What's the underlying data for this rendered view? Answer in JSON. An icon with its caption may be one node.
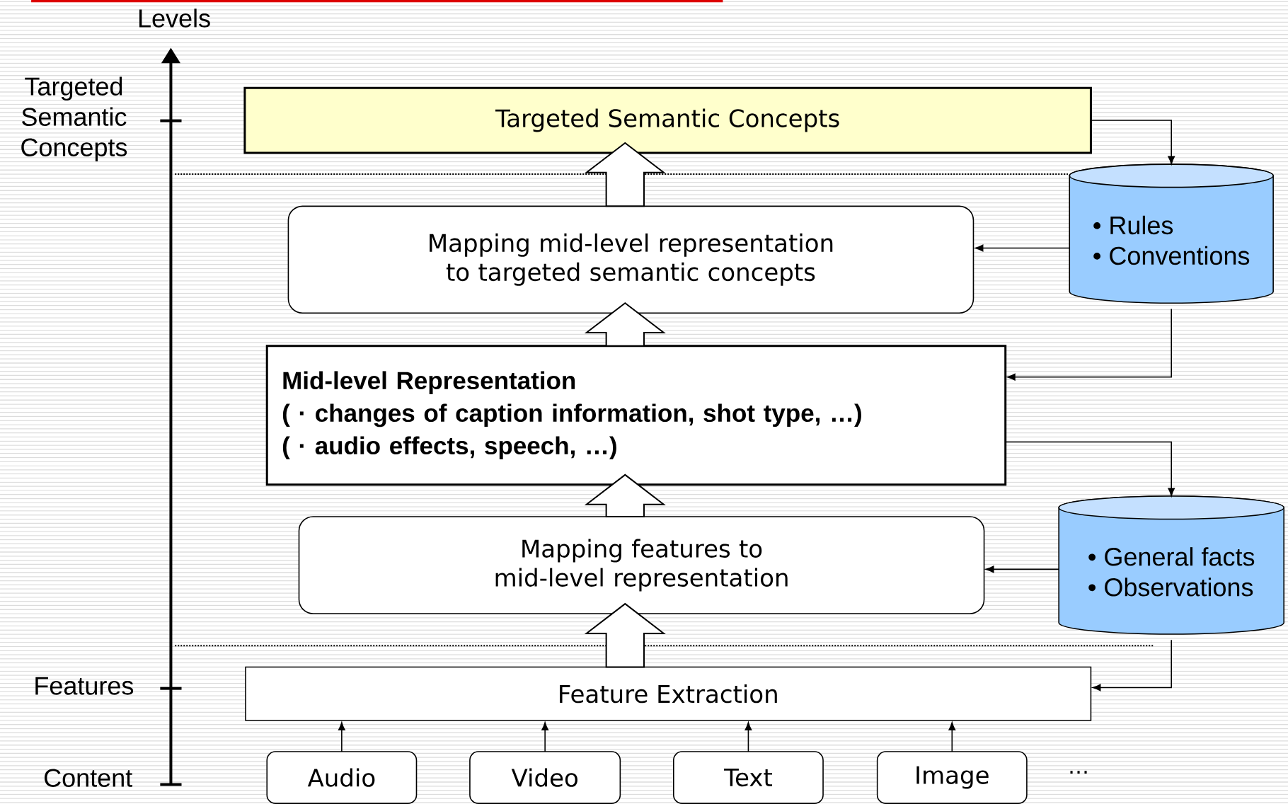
{
  "diagram": {
    "nodes": [
      {
        "text": [
          "Targeted Semantic Concepts"
        ]
      },
      {
        "text": [
          "Mapping mid-level representation to targeted semantic concepts"
        ]
      },
      {
        "text": [
          "Mid-level Representation",
          "( · changes of caption information, shot type, …)",
          "( · audio effects, speech, …)"
        ]
      },
      {
        "text": [
          "• Rules",
          "• Conventions"
        ]
      },
      {
        "text": [
          "Mapping features to mid-level representation"
        ]
      },
      {
        "text": [
          "• General facts",
          "• Observations"
        ]
      },
      {
        "text": [
          "Feature Extraction"
        ]
      },
      {
        "text": [
          "Audio"
        ]
      },
      {
        "text": [
          "Video"
        ]
      },
      {
        "text": [
          "Text"
        ]
      },
      {
        "text": [
          "Image"
        ]
      }
    ],
    "edges": [
      {
        "from": 6,
        "to": 4,
        "arrow": "to",
        "style": "thick"
      },
      {
        "from": 4,
        "to": 2,
        "arrow": "to",
        "style": "thick"
      },
      {
        "from": 2,
        "to": 1,
        "arrow": "to",
        "style": "thick"
      },
      {
        "from": 1,
        "to": 0,
        "arrow": "to",
        "style": "thick"
      },
      {
        "from": 0,
        "to": 3,
        "arrow": "to"
      },
      {
        "from": 3,
        "to": 1,
        "arrow": "to"
      },
      {
        "from": 3,
        "to": 2,
        "arrow": "to"
      },
      {
        "from": 2,
        "to": 5,
        "arrow": "to"
      },
      {
        "from": 5,
        "to": 4,
        "arrow": "to"
      },
      {
        "from": 5,
        "to": 6,
        "arrow": "to"
      },
      {
        "from": 7,
        "to": 6,
        "arrow": "to"
      },
      {
        "from": 8,
        "to": 6,
        "arrow": "to"
      },
      {
        "from": 9,
        "to": 6,
        "arrow": "to"
      },
      {
        "from": 10,
        "to": 6,
        "arrow": "to"
      }
    ],
    "labels": [
      "Levels",
      "Targeted Semantic Concepts",
      "Features",
      "Content",
      "…"
    ]
  }
}
